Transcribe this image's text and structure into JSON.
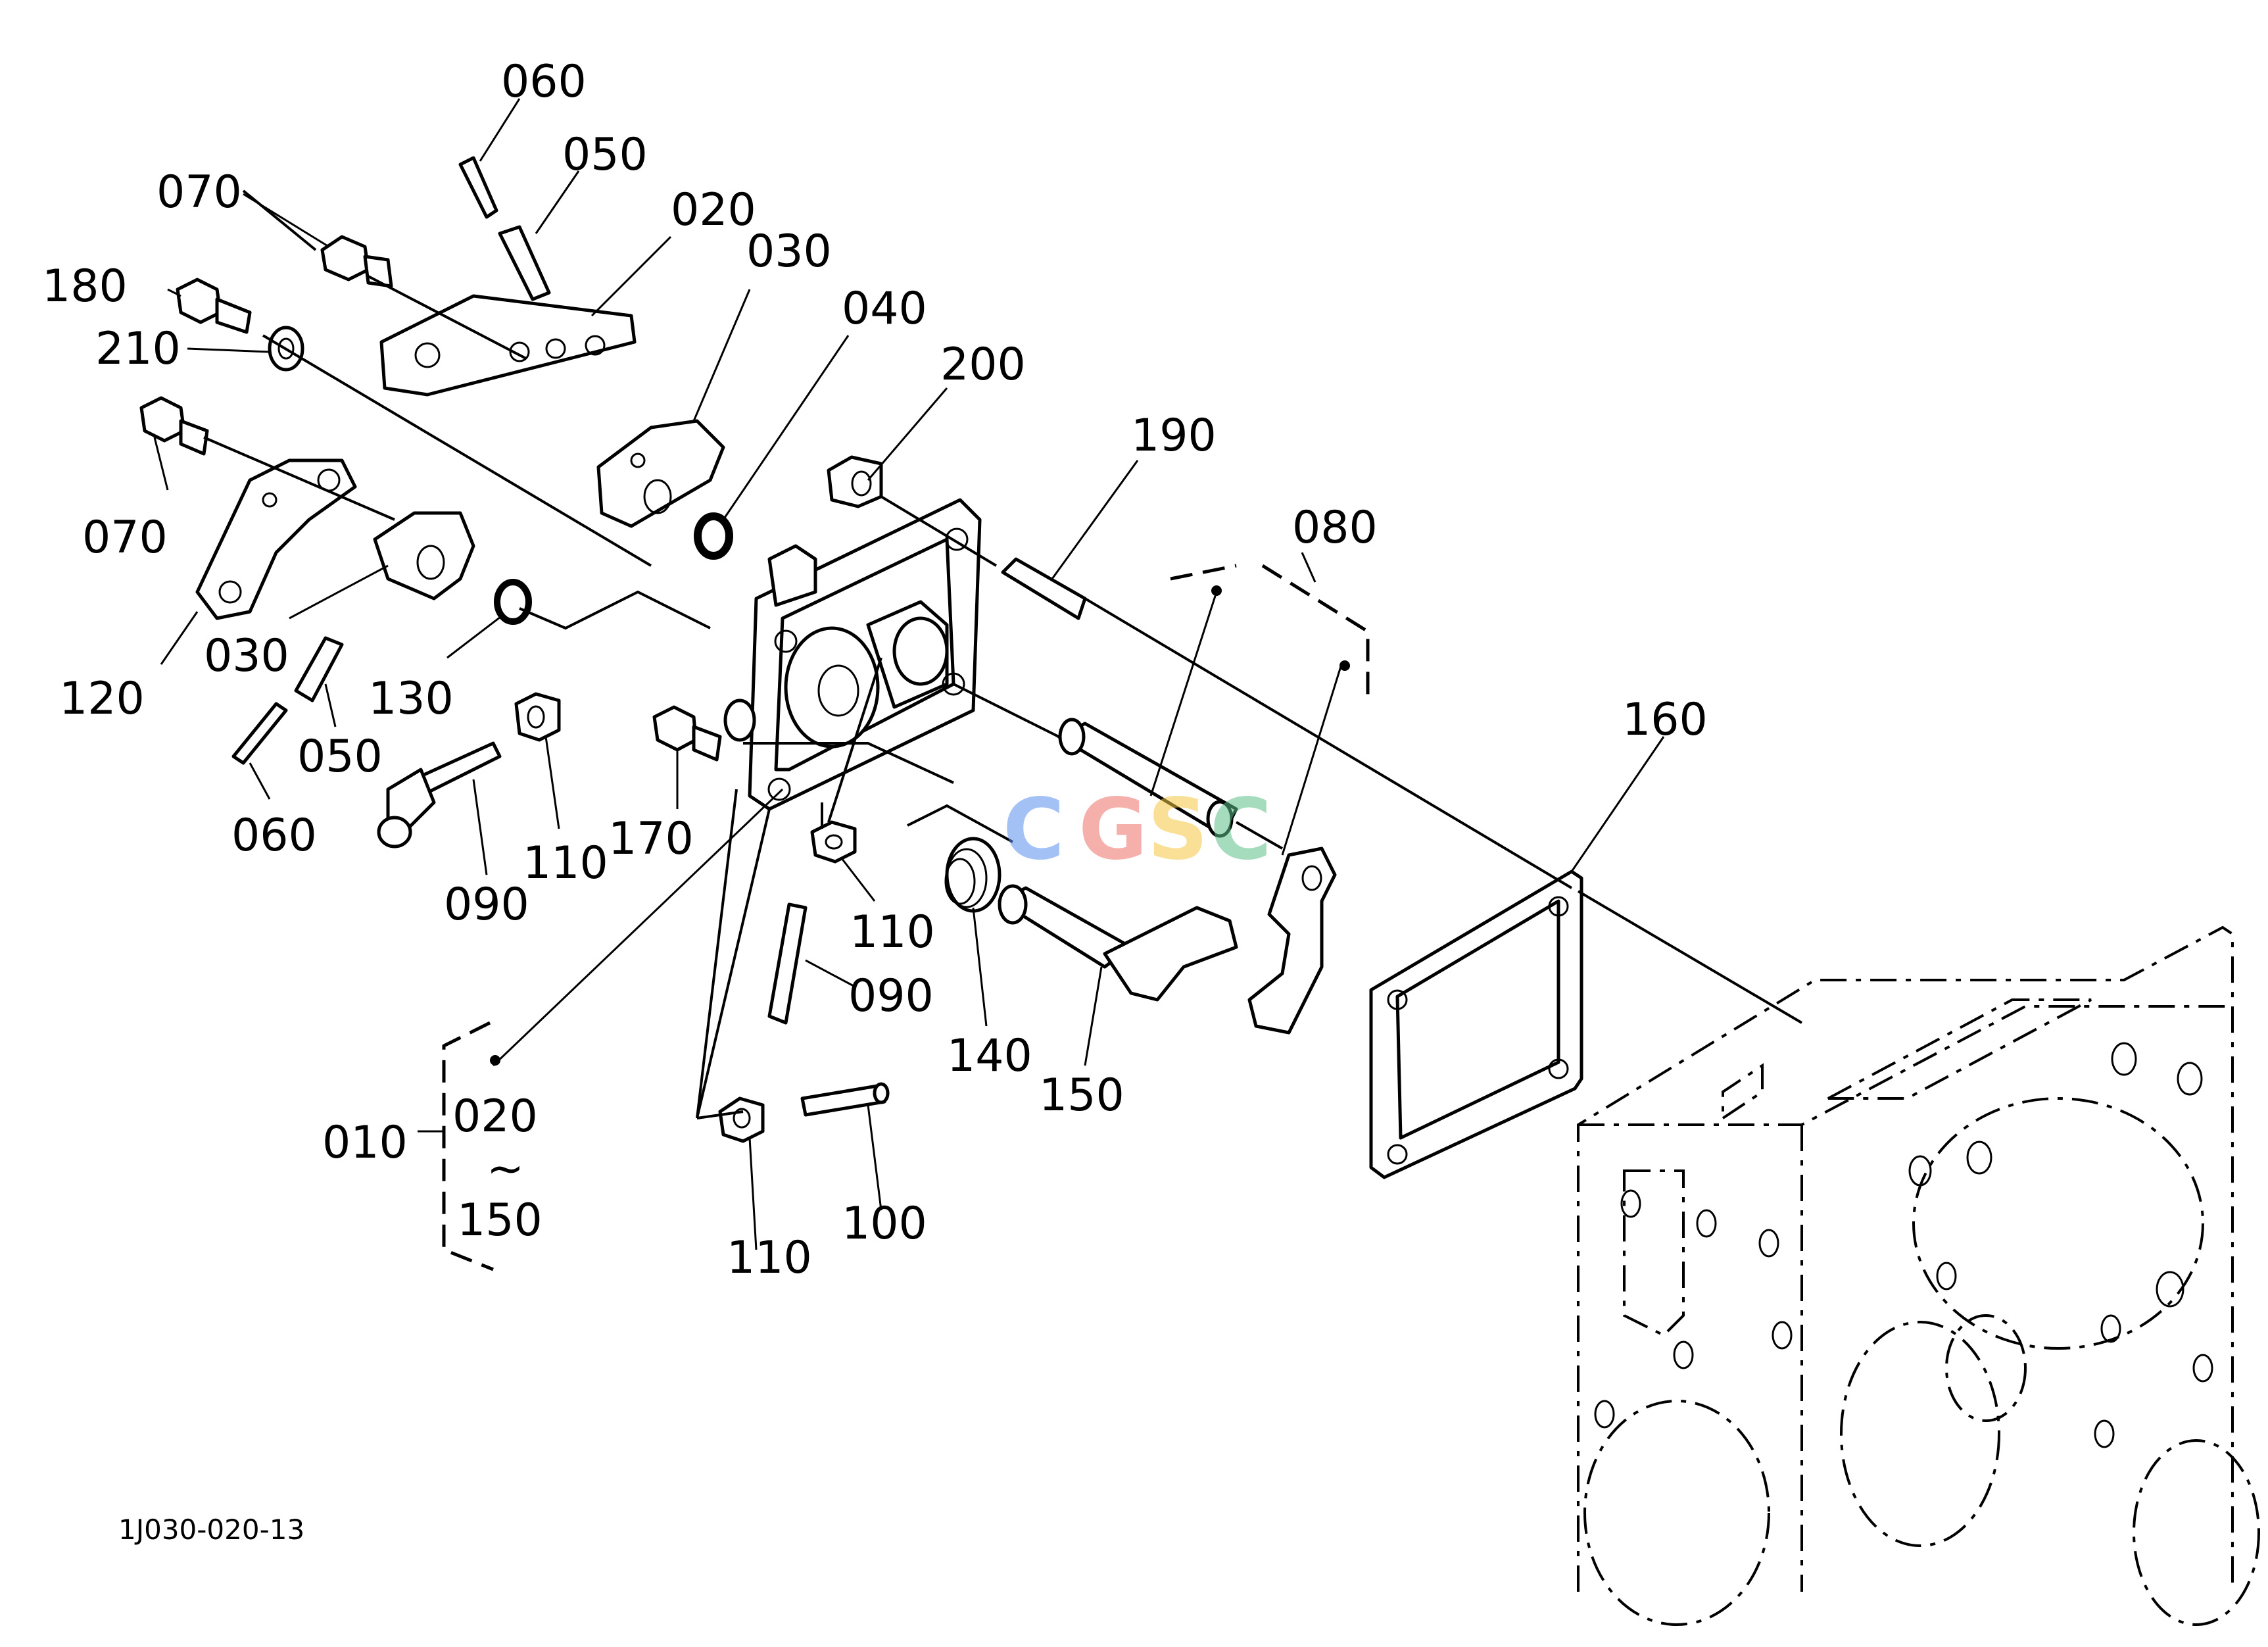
{
  "labels": {
    "p060_top": "060",
    "p050_top": "050",
    "p070_top": "070",
    "p020_top": "020",
    "p030_top": "030",
    "p180": "180",
    "p040": "040",
    "p210": "210",
    "p200": "200",
    "p070_left": "070",
    "p190": "190",
    "p080": "080",
    "p120": "120",
    "p030_left": "030",
    "p130": "130",
    "p050_left": "050",
    "p060_left": "060",
    "p110_a": "110",
    "p090_a": "090",
    "p170": "170",
    "p110_b": "110",
    "p090_b": "090",
    "p140": "140",
    "p150": "150",
    "p160": "160",
    "p010": "010",
    "p020_range": "020",
    "tilde": "~",
    "p150_range": "150",
    "p110_c": "110",
    "p100": "100"
  },
  "drawing_code": "1J030-020-13",
  "watermark": {
    "letters": [
      "C",
      "G",
      "S",
      "C"
    ],
    "colors": [
      "#5b8ff0",
      "#f0706a",
      "#f5c842",
      "#5cc08a"
    ]
  }
}
